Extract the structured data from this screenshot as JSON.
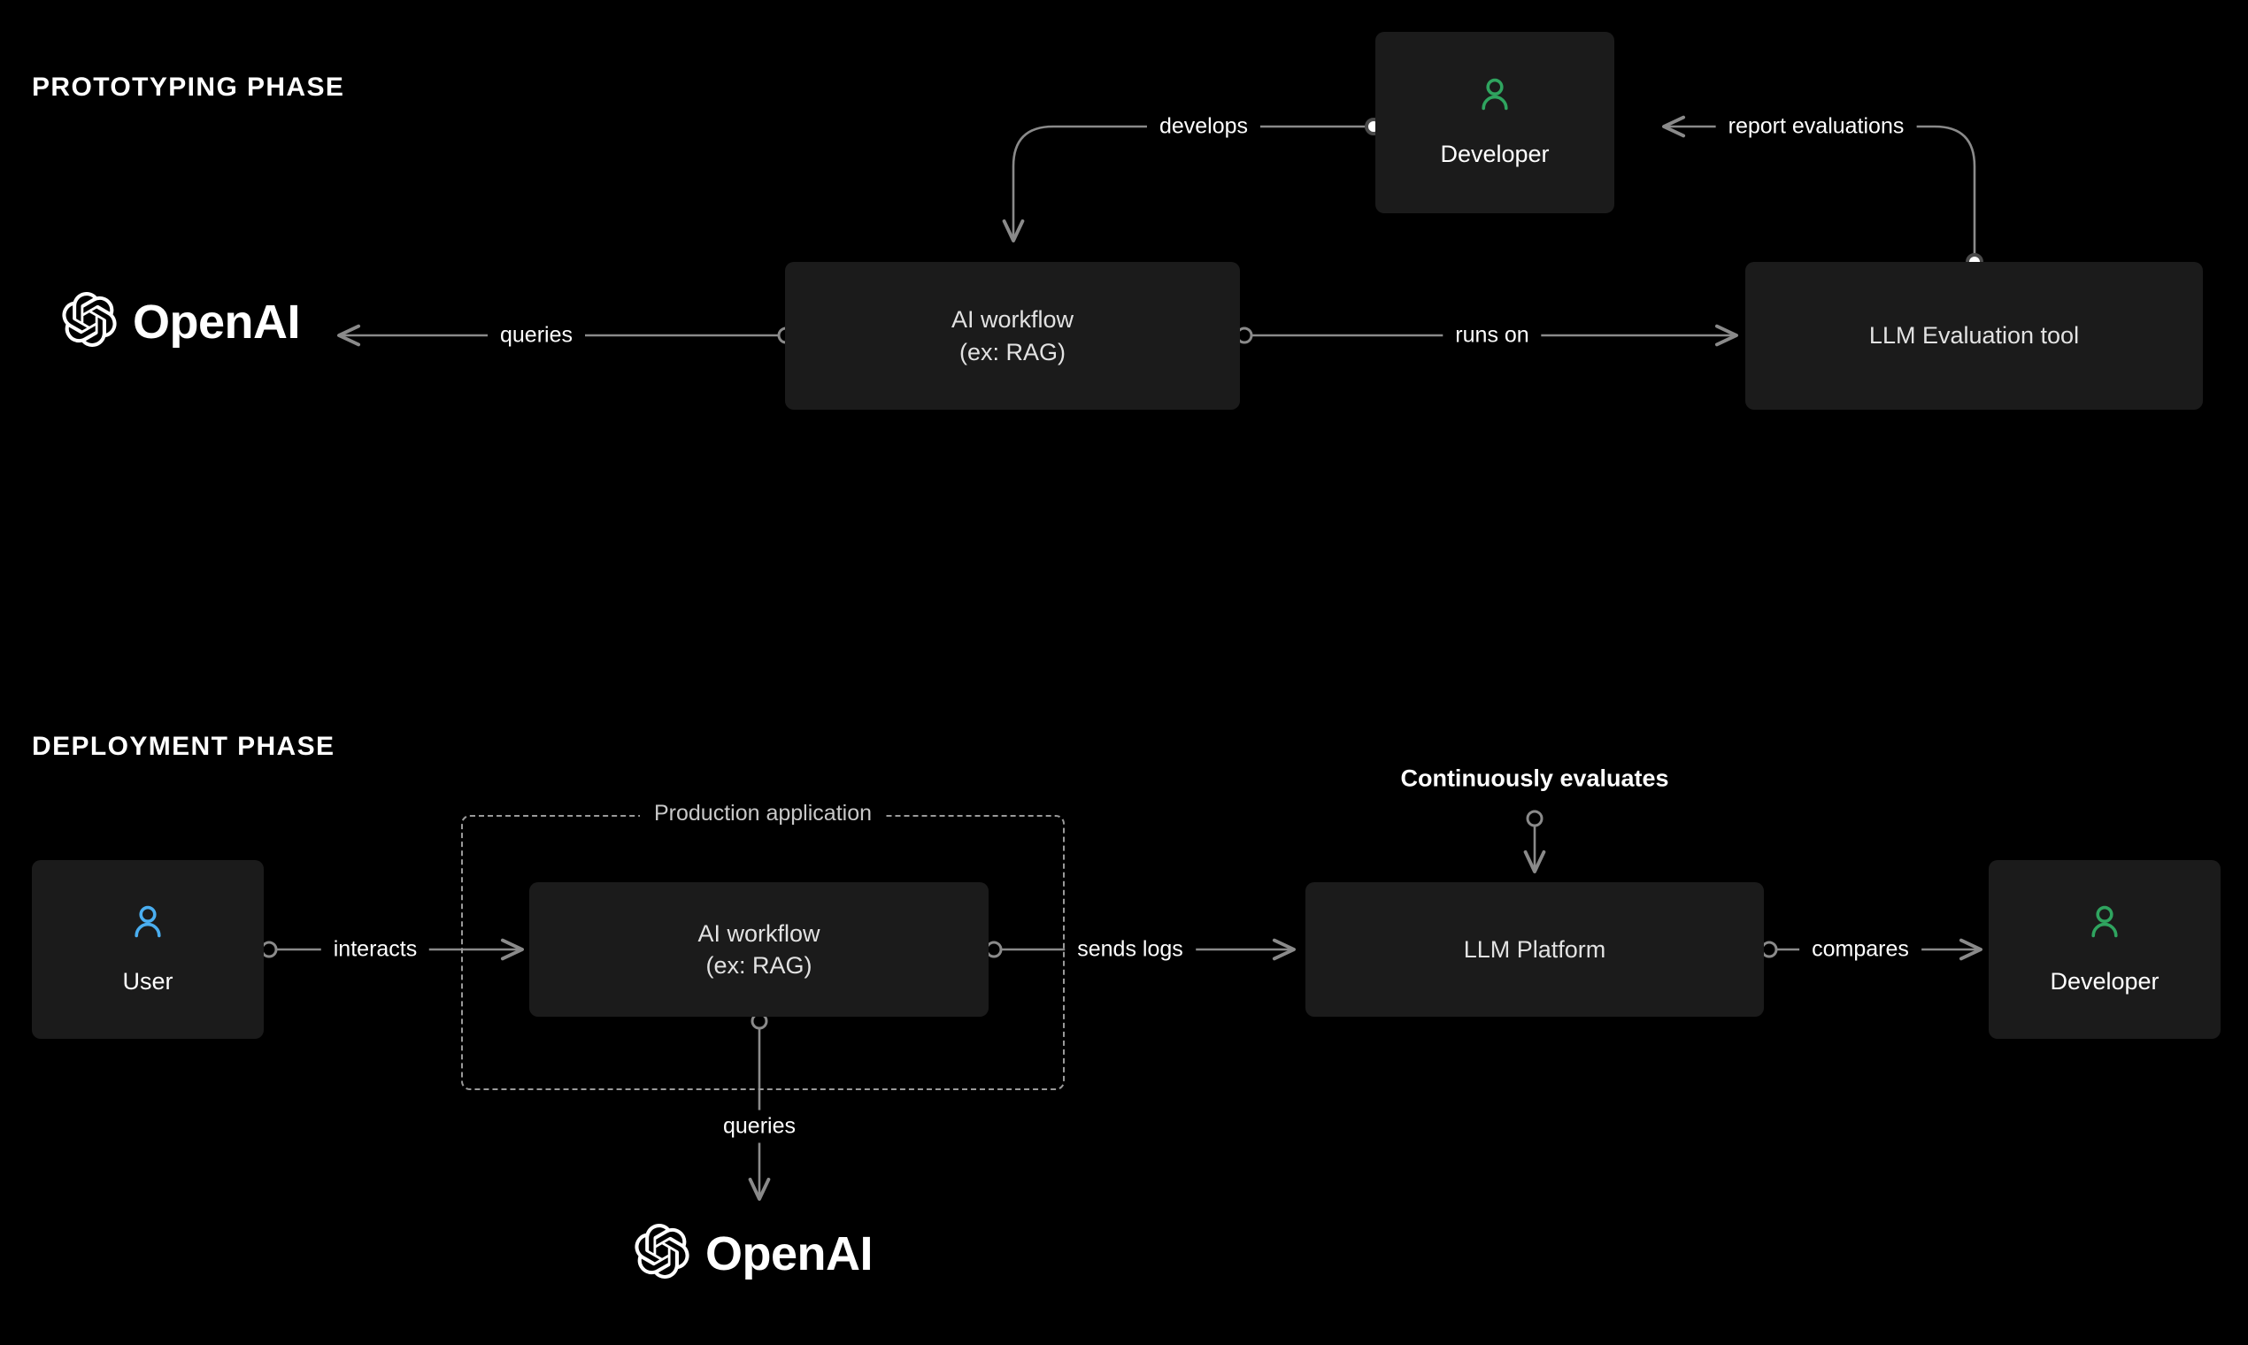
{
  "diagram": {
    "background_color": "#000000",
    "node_color": "#1b1b1b",
    "edge_color": "#8a8a8a",
    "developer_icon_color": "#2fa45f",
    "user_icon_color": "#4aaef0",
    "title": "LLM evaluation workflow: prototyping and deployment phases"
  },
  "sections": {
    "prototyping": {
      "title": "PROTOTYPING PHASE"
    },
    "deployment": {
      "title": "DEPLOYMENT PHASE"
    }
  },
  "nodes": {
    "openai_proto": {
      "label": "OpenAI",
      "icon": "openai-logo-icon"
    },
    "ai_workflow_proto": {
      "label": "AI workflow\n(ex: RAG)"
    },
    "developer_proto": {
      "label": "Developer",
      "icon": "person-icon"
    },
    "llm_eval_tool": {
      "label": "LLM Evaluation tool"
    },
    "user": {
      "label": "User",
      "icon": "person-icon"
    },
    "prod_container": {
      "label": "Production application"
    },
    "ai_workflow_prod": {
      "label": "AI workflow\n(ex: RAG)"
    },
    "llm_platform": {
      "label": "LLM Platform"
    },
    "developer_deploy": {
      "label": "Developer",
      "icon": "person-icon"
    },
    "openai_deploy": {
      "label": "OpenAI",
      "icon": "openai-logo-icon"
    }
  },
  "edges": {
    "proto_queries": {
      "label": "queries",
      "from": "ai_workflow_proto",
      "to": "openai_proto"
    },
    "proto_develops": {
      "label": "develops",
      "from": "developer_proto",
      "to": "ai_workflow_proto"
    },
    "proto_runs_on": {
      "label": "runs on",
      "from": "ai_workflow_proto",
      "to": "llm_eval_tool"
    },
    "proto_report_evaluations": {
      "label": "report evaluations",
      "from": "llm_eval_tool",
      "to": "developer_proto"
    },
    "deploy_interacts": {
      "label": "interacts",
      "from": "user",
      "to": "ai_workflow_prod"
    },
    "deploy_queries": {
      "label": "queries",
      "from": "ai_workflow_prod",
      "to": "openai_deploy"
    },
    "deploy_sends_logs": {
      "label": "sends logs",
      "from": "ai_workflow_prod",
      "to": "llm_platform"
    },
    "deploy_compares": {
      "label": "compares",
      "from": "llm_platform",
      "to": "developer_deploy"
    },
    "deploy_continuously_evaluates": {
      "label": "Continuously evaluates",
      "to": "llm_platform"
    }
  }
}
